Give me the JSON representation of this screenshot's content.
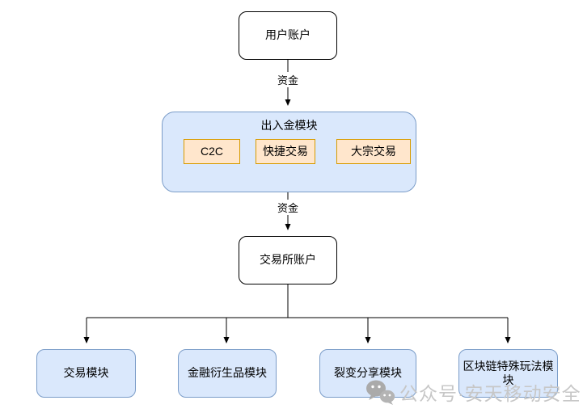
{
  "nodes": {
    "user_account": "用户账户",
    "deposit_module_title": "出入金模块",
    "deposit_children": [
      {
        "label": "C2C"
      },
      {
        "label": "快捷交易"
      },
      {
        "label": "大宗交易"
      }
    ],
    "exchange_account": "交易所账户",
    "bottom_modules": [
      {
        "label": "交易模块"
      },
      {
        "label": "金融衍生品模块"
      },
      {
        "label": "裂变分享模块"
      },
      {
        "label": "区块链特殊玩法模块"
      }
    ]
  },
  "edges": {
    "user_to_deposit_label": "资金",
    "deposit_to_exchange_label": "资金"
  },
  "colors": {
    "container_fill": "#dae8fc",
    "container_border": "#7a9cc8",
    "orange_fill": "#ffe6cc",
    "orange_border": "#d79b00",
    "white_node_fill": "#ffffff",
    "white_node_border": "#000000",
    "connector": "#000000",
    "watermark_gray": "#c7c7c7"
  },
  "watermark": {
    "icon": "wechat-icon",
    "text": "公众号·安天移动安全"
  }
}
